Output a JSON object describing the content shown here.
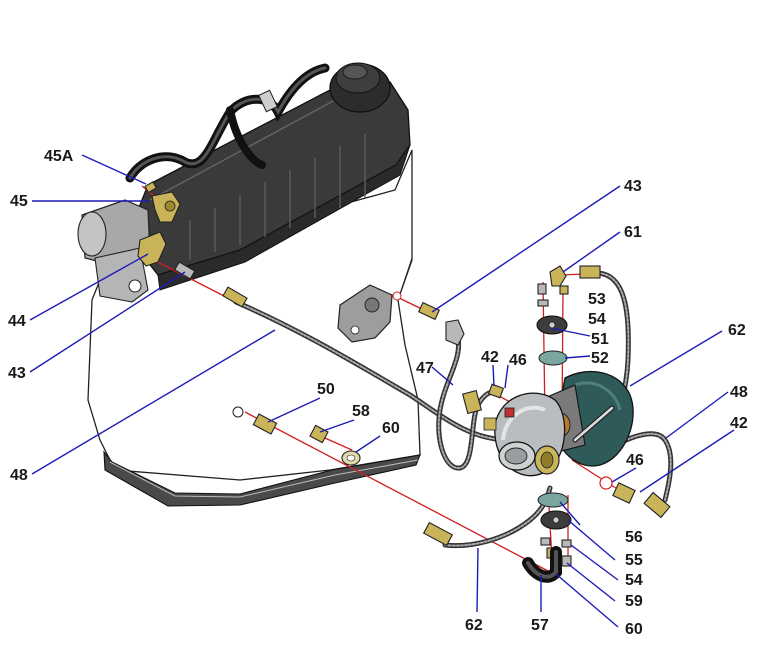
{
  "callouts": {
    "c45a": "45A",
    "c45": "45",
    "c44": "44",
    "c43_left": "43",
    "c48_left": "48",
    "c43_right": "43",
    "c61": "61",
    "c53": "53",
    "c54_top": "54",
    "c51": "51",
    "c52": "52",
    "c62_right": "62",
    "c42_mid": "42",
    "c46_mid": "46",
    "c47": "47",
    "c50": "50",
    "c58": "58",
    "c60_mid": "60",
    "c48_right": "48",
    "c42_right": "42",
    "c46_right": "46",
    "c56": "56",
    "c55": "55",
    "c54_bot": "54",
    "c59": "59",
    "c60_bot": "60",
    "c62_bot": "62",
    "c57": "57"
  },
  "colors": {
    "leader": "#1c1cb8",
    "centerline": "#d21e1e",
    "valve_cover": "#3a3a3a",
    "fitting": "#c9b45a",
    "turbo_compressor": "#b9bdbf",
    "turbo_turbine": "#2f5a5a"
  }
}
